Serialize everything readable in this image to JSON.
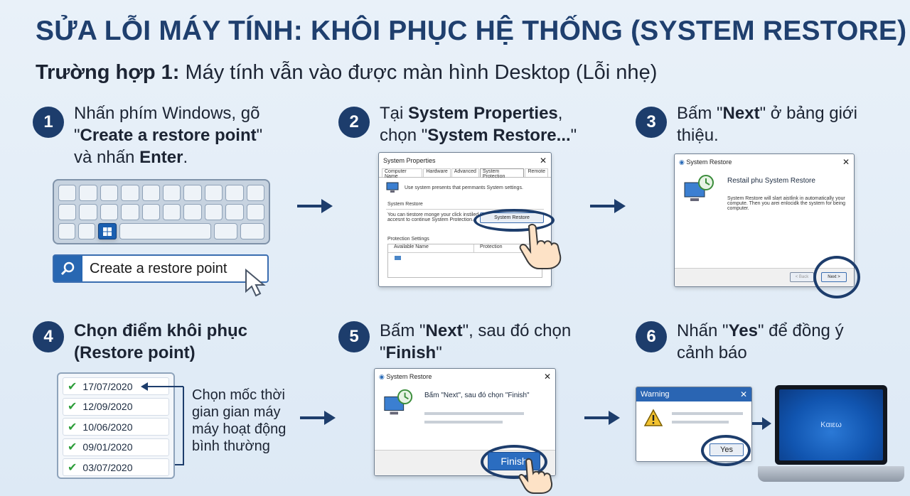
{
  "title": "SỬA LỖI MÁY TÍNH: KHÔI PHỤC HỆ THỐNG (SYSTEM RESTORE)",
  "subtitle": {
    "bold": "Trường hợp 1:",
    "rest": " Máy tính vẫn vào được màn hình Desktop (Lỗi nhẹ)"
  },
  "steps": [
    {
      "num": "1",
      "line1": "Nhấn phím Windows, gõ",
      "line2_quote_open": "\"",
      "line2_bold": "Create a restore point",
      "line2_quote_close": "\"",
      "line3_pre": "và nhấn ",
      "line3_bold": "Enter",
      "line3_post": "."
    },
    {
      "num": "2",
      "l1_pre": "Tại ",
      "l1_bold": "System Properties",
      "l1_post": ",",
      "l2_pre": "chọn \"",
      "l2_bold": "System Restore...",
      "l2_post": "\""
    },
    {
      "num": "3",
      "l1_pre": "Bấm \"",
      "l1_bold": "Next",
      "l1_post": "\" ở bảng giới",
      "l2": "thiệu."
    },
    {
      "num": "4",
      "l1_bold": "Chọn điểm khôi phục",
      "l2_bold": "(Restore point)"
    },
    {
      "num": "5",
      "l1_pre": "Bấm \"",
      "l1_bold": "Next",
      "l1_post": "\", sau đó chọn",
      "l2_pre": "\"",
      "l2_bold": "Finish",
      "l2_post": "\""
    },
    {
      "num": "6",
      "l1_pre": "Nhấn \"",
      "l1_bold": "Yes",
      "l1_post": "\" để đồng ý",
      "l2": "cảnh báo"
    }
  ],
  "search_text": "Create a restore point",
  "sysprops": {
    "title": "System Properties",
    "tabs": [
      "Computer Name",
      "Hardware",
      "Advanced",
      "System Protection",
      "Remote"
    ],
    "desc": "Use system presents that pemmants System settings.",
    "group": "System Restore",
    "group_text1": "You can tiestore monge your click instiled",
    "group_text2": "accesnt to continue System Protection.",
    "button": "System Restore",
    "protection": "Protection Settings",
    "col1": "Available Name",
    "col2": "Protection"
  },
  "restore_wizard": {
    "title": "System Restore",
    "heading": "Restail phu System Restore",
    "body1": "System Restore will slart aistlink in automatically your",
    "body2": "compute. Then you arei enlocidk the system for being",
    "body3": "computer.",
    "back": "< Back",
    "next": "Next >"
  },
  "dates": [
    "17/07/2020",
    "12/09/2020",
    "10/06/2020",
    "09/01/2020",
    "03/07/2020"
  ],
  "date_note": [
    "Chọn mốc thời",
    "gian gian máy",
    "máy hoạt động",
    "bình thường"
  ],
  "finish_dialog": {
    "title": "System Restore",
    "text": "Bấm \"Next\", sau đó chọn \"Finish\"",
    "button": "Finish"
  },
  "warning_dialog": {
    "title": "Warning",
    "button": "Yes"
  },
  "laptop_logo": "Kαιεω",
  "colors": {
    "navy": "#1d3d6c",
    "accent": "#2867b2"
  }
}
